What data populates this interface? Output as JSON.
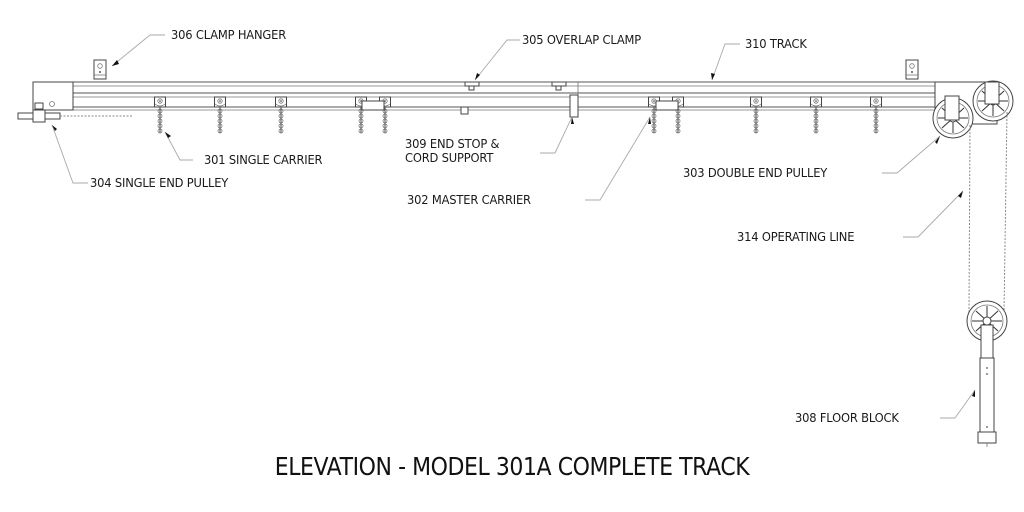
{
  "title": "ELEVATION - MODEL 301A COMPLETE TRACK",
  "callouts": {
    "clamp_hanger": "306 CLAMP HANGER",
    "overlap_clamp": "305 OVERLAP CLAMP",
    "track": "310 TRACK",
    "single_carrier": "301 SINGLE CARRIER",
    "single_end_pulley": "304 SINGLE END PULLEY",
    "end_stop_line1": "309 END STOP &",
    "end_stop_line2": "CORD SUPPORT",
    "master_carrier": "302 MASTER CARRIER",
    "double_end_pulley": "303 DOUBLE END PULLEY",
    "operating_line": "314 OPERATING LINE",
    "floor_block": "308 FLOOR BLOCK"
  },
  "colors": {
    "line": "#555555",
    "leader": "#aaaaaa",
    "text": "#1a1a1a",
    "background": "#ffffff"
  }
}
